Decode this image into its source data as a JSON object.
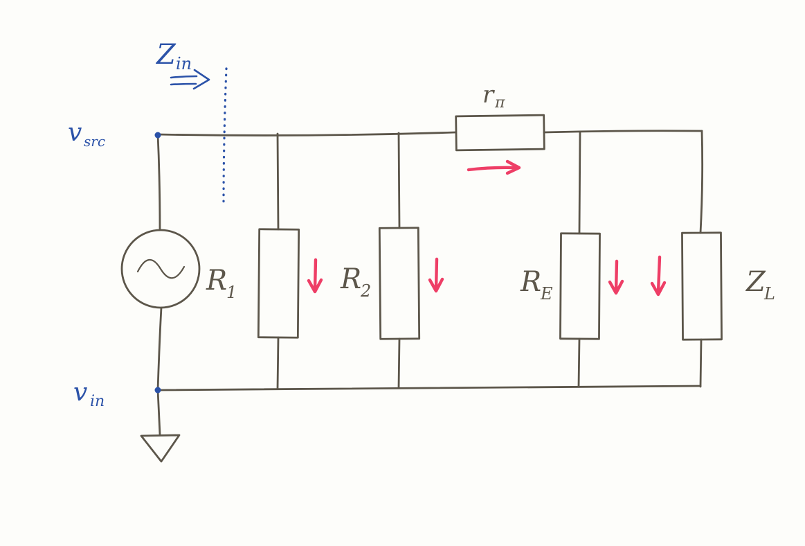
{
  "labels": {
    "zin": {
      "main": "Z",
      "sub": "in"
    },
    "vsrc": {
      "main": "v",
      "sub": "src"
    },
    "vin": {
      "main": "v",
      "sub": "in"
    },
    "r1": {
      "main": "R",
      "sub": "1"
    },
    "r2": {
      "main": "R",
      "sub": "2"
    },
    "rpi": {
      "main": "r",
      "sub": "π"
    },
    "re": {
      "main": "R",
      "sub": "E"
    },
    "zl": {
      "main": "Z",
      "sub": "L"
    }
  },
  "colors": {
    "paper": "#fdfdfa",
    "pencil": "#5c564a",
    "ink_blue": "#2b52a8",
    "marker_red": "#ee3e66"
  }
}
